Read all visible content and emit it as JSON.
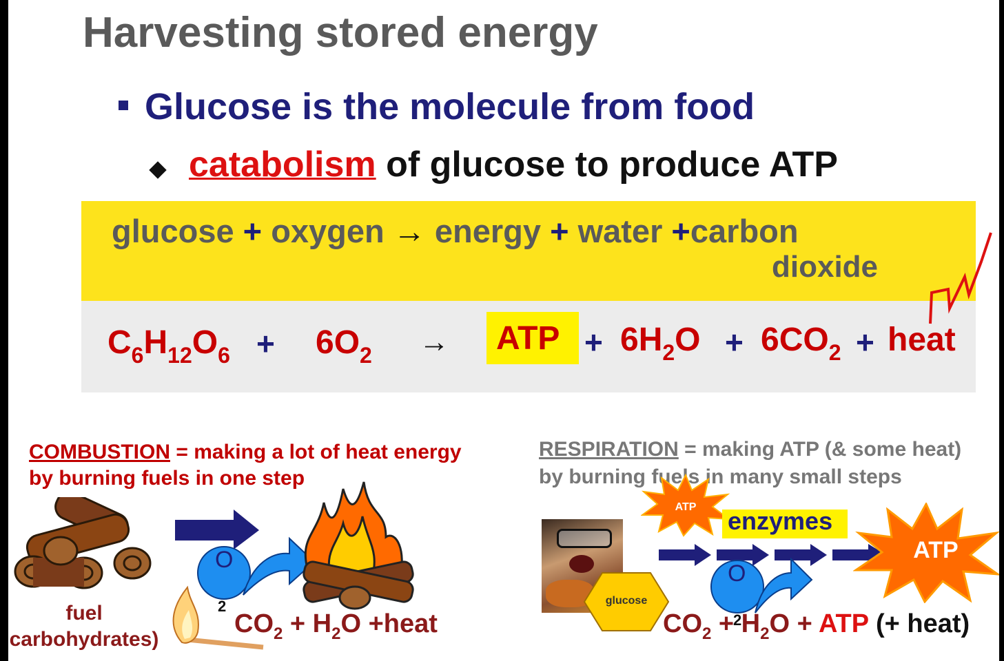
{
  "title": "Harvesting stored energy",
  "bullet1": "Glucose is the molecule from food",
  "bullet2": {
    "keyword": "catabolism",
    "rest": "of glucose to produce ATP"
  },
  "side_label": "respiration",
  "word_equation": {
    "glucose": "glucose",
    "plus": "+",
    "oxygen": "oxygen",
    "arrow": "→",
    "energy": "energy",
    "water": "water",
    "carbon": "carbon",
    "dioxide": "dioxide"
  },
  "chemical_equation": {
    "c": "C",
    "c_sub": "6",
    "h": "H",
    "h_sub": "12",
    "o": "O",
    "o_sub": "6",
    "plus": "+",
    "o2_coef": "6O",
    "o2_sub": "2",
    "arrow": "→",
    "atp": "ATP",
    "h2o_a": "6H",
    "h2o_sub": "2",
    "h2o_b": "O",
    "co2_a": "6CO",
    "co2_sub": "2",
    "heat": "heat"
  },
  "combustion": {
    "term": "COMBUSTION",
    "def1": " = making a lot of heat energy",
    "def2": "by burning fuels in one step",
    "fuel_label_1": "fuel",
    "fuel_label_2": "carbohydrates)",
    "o_label": "O",
    "o_sub": "2",
    "products": {
      "co": "CO",
      "co_sub": "2",
      "plus1": " + H",
      "h_sub": "2",
      "o": "O ",
      "heat": "+heat"
    }
  },
  "respiration": {
    "term": "RESPIRATION",
    "def1": " = making ATP (& some heat)",
    "def2": "by burning fuels in many small steps",
    "enzymes": "enzymes",
    "glucose_label": "glucose",
    "small_atp": "ATP",
    "big_atp": "ATP",
    "o_label": "O",
    "o_sub": "2",
    "products": {
      "co": "CO",
      "co_sub": "2",
      "plus1": " + H",
      "h_sub": "2",
      "o": "O + ",
      "atp": "ATP",
      "heat": " (+ heat)"
    }
  },
  "colors": {
    "title_gray": "#5a5a5a",
    "navy": "#1f1f7a",
    "red": "#c80000",
    "yellow": "#fde31c",
    "band_gray": "#ececec",
    "atp_yellow": "#fff200"
  }
}
